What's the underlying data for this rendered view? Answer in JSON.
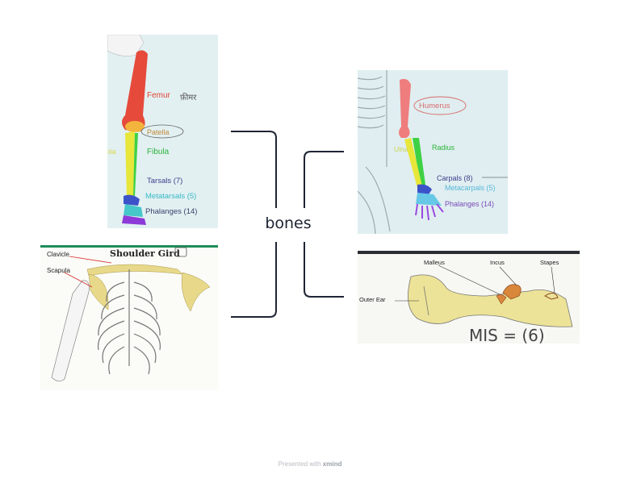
{
  "central_topic": "bones",
  "footer": {
    "prefix": "Presented with",
    "brand": "xmind"
  },
  "colors": {
    "connector": "#1e2534",
    "femur": "#e64a3b",
    "humerus": "#ef7d7d",
    "bg_panel": "#dfeef0"
  },
  "branches": {
    "leg": {
      "labels": {
        "femur": "Femur",
        "femur_hindi": "फ़ीमर",
        "patella": "Patella",
        "tibia": "tibia",
        "fibula": "Fibula",
        "tarsals": "Tarsals (7)",
        "metatarsals": "Metatarsals (5)",
        "phalanges": "Phalanges (14)"
      }
    },
    "shoulder": {
      "labels": {
        "title": "Shoulder Gird",
        "clavicle": "Clavicle",
        "scapula": "Scapula"
      }
    },
    "arm": {
      "labels": {
        "humerus": "Humerus",
        "ulna": "Ulna",
        "radius": "Radius",
        "carpals": "Carpals (8)",
        "metacarpals": "Metacarpals (5)",
        "phalanges": "Phalanges (14)"
      }
    },
    "ear": {
      "labels": {
        "malleus": "Malleus",
        "incus": "Incus",
        "stapes": "Stapes",
        "outer_ear": "Outer Ear",
        "note": "MIS = (6)"
      }
    }
  }
}
